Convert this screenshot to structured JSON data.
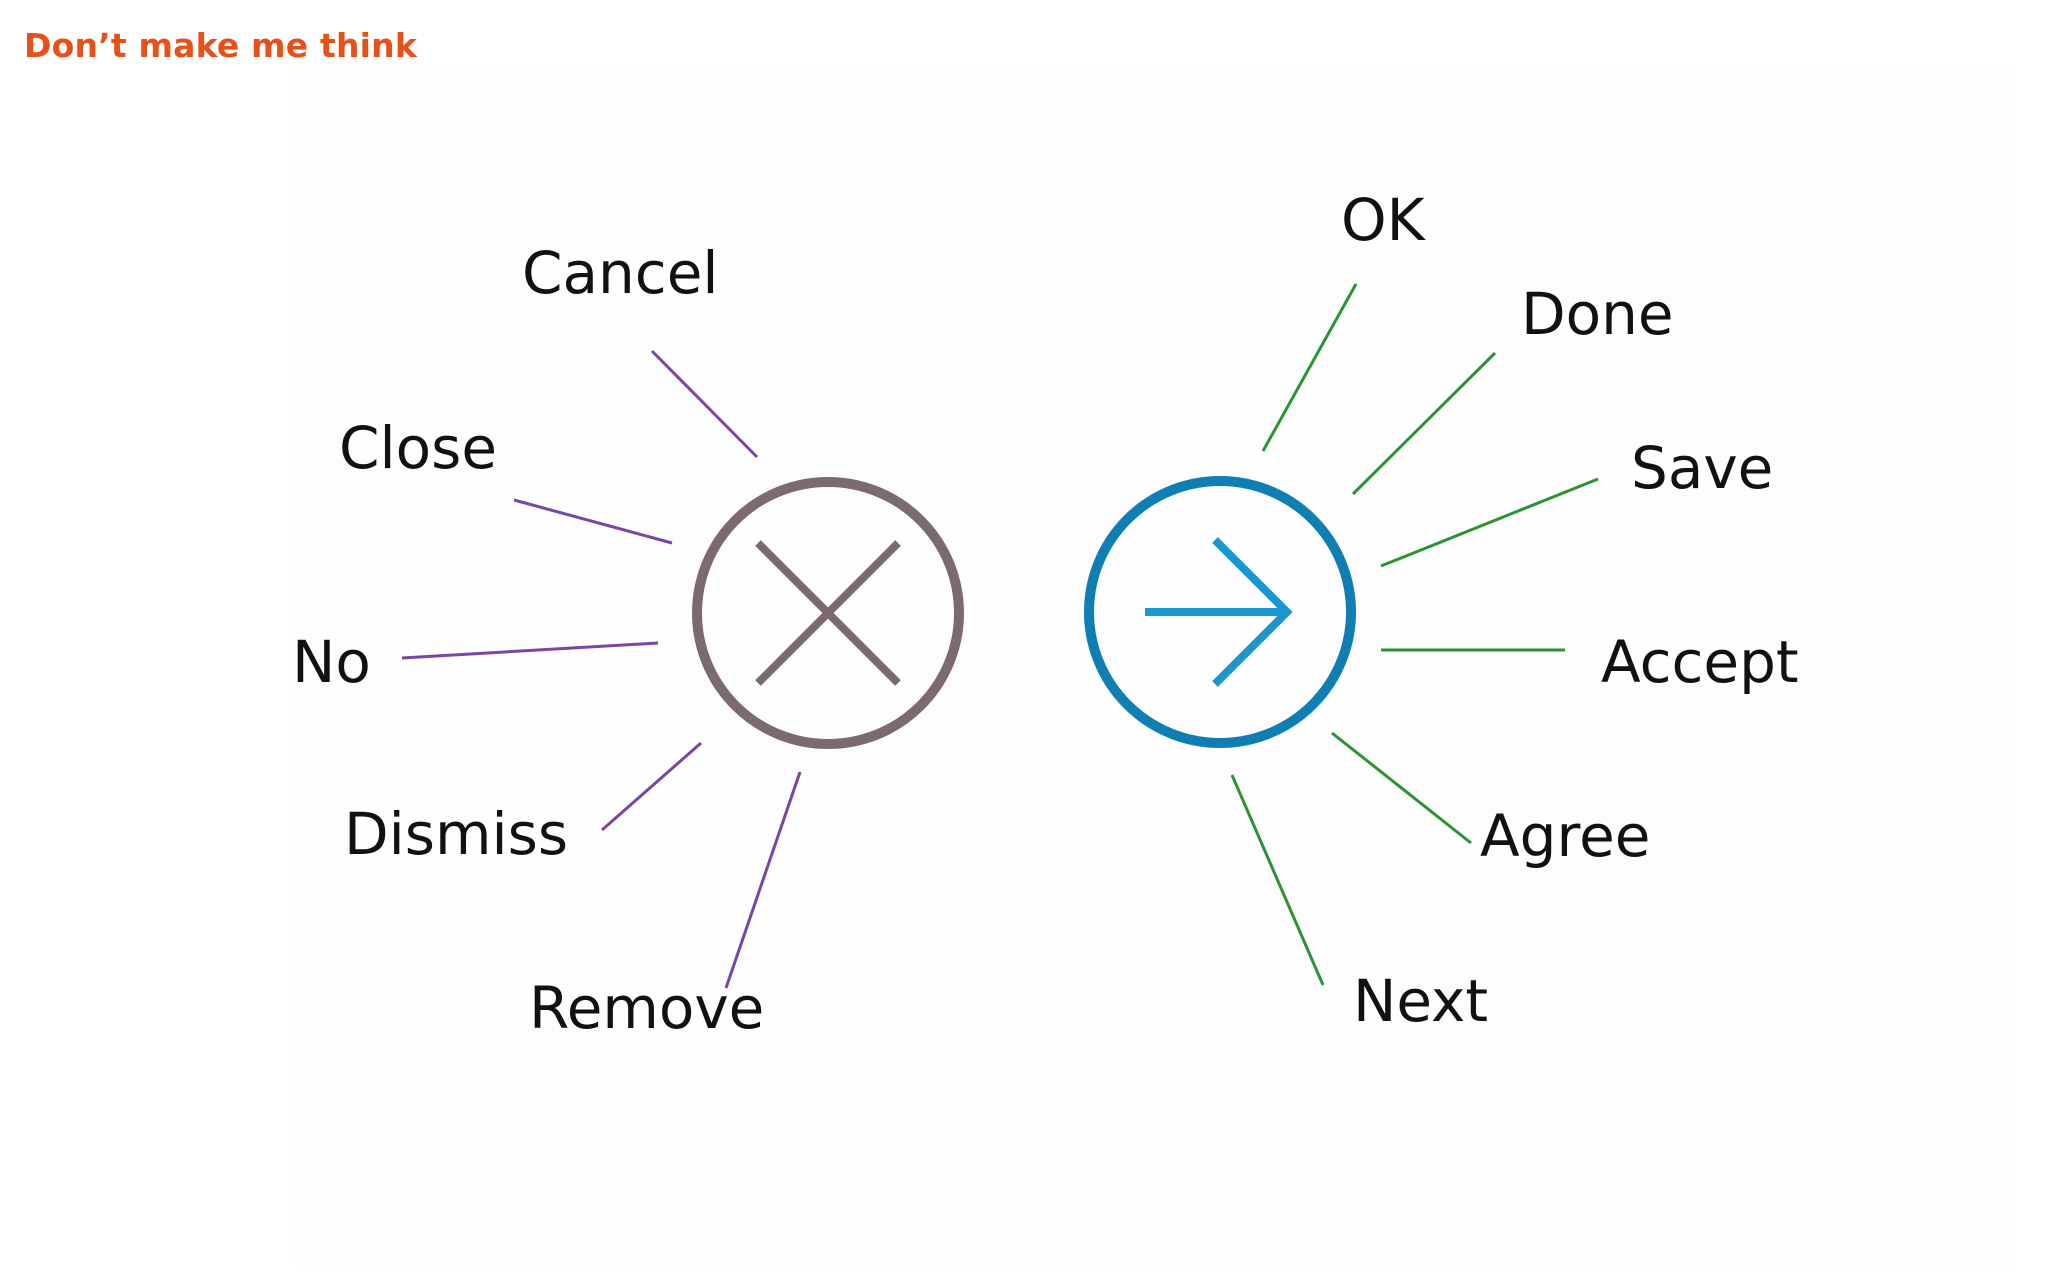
{
  "title": {
    "text": "Don’t make me think",
    "color": "#e8501a"
  },
  "negative": {
    "icon": "close-circle-icon",
    "icon_color": "#7d6a6e",
    "line_color": "#7a45a3",
    "labels": [
      "Cancel",
      "Close",
      "No",
      "Dismiss",
      "Remove"
    ]
  },
  "positive": {
    "icon": "arrow-right-circle-icon",
    "circle_color": "#0f7fb3",
    "arrow_color": "#1a97cf",
    "line_color": "#2a9433",
    "labels": [
      "OK",
      "Done",
      "Save",
      "Accept",
      "Agree",
      "Next"
    ]
  }
}
